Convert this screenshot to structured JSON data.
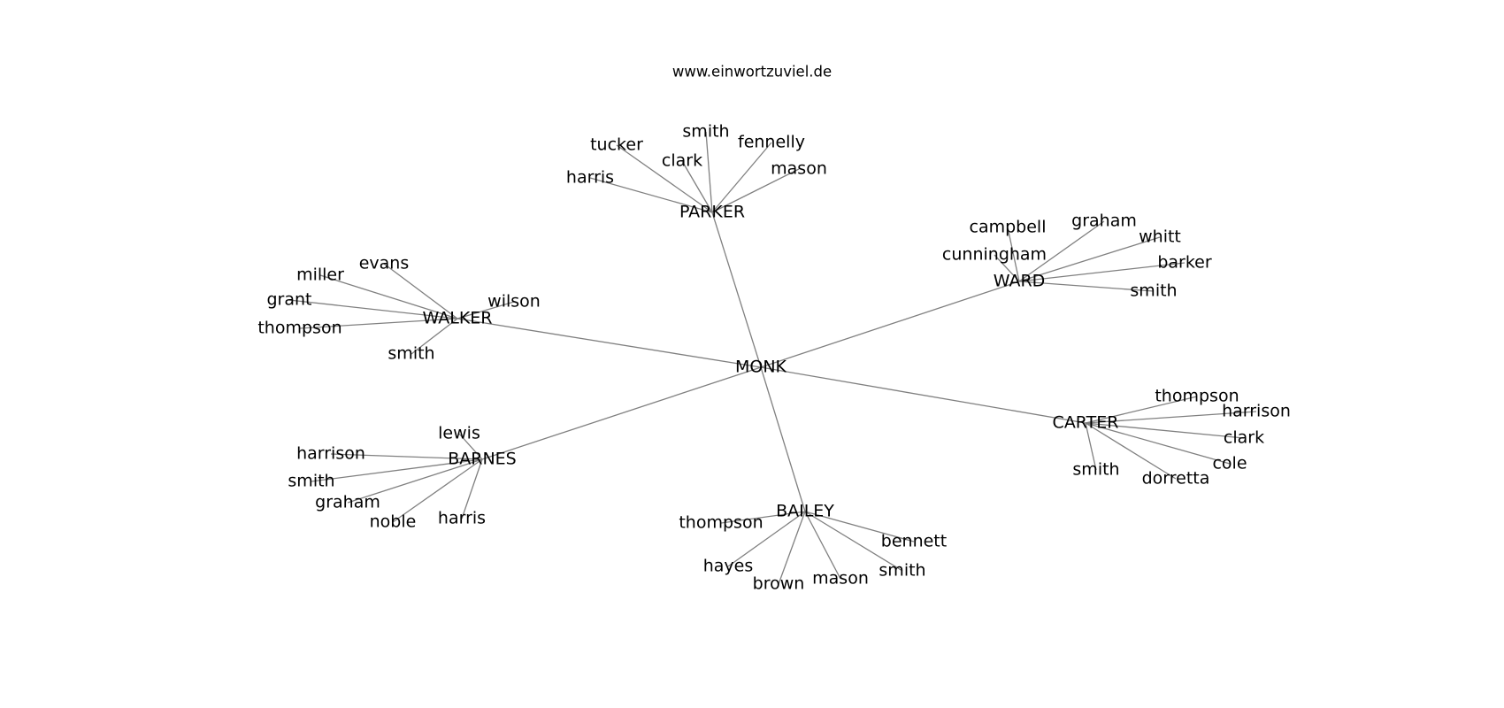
{
  "header": {
    "site": "www.einwortzuviel.de"
  },
  "graph": {
    "root": "MONK",
    "groups": [
      {
        "hub": "PARKER",
        "leaves": [
          "harris",
          "tucker",
          "clark",
          "smith",
          "fennelly",
          "mason"
        ]
      },
      {
        "hub": "WARD",
        "leaves": [
          "campbell",
          "graham",
          "whitt",
          "cunningham",
          "barker",
          "smith"
        ]
      },
      {
        "hub": "WALKER",
        "leaves": [
          "evans",
          "miller",
          "grant",
          "thompson",
          "smith",
          "wilson"
        ]
      },
      {
        "hub": "CARTER",
        "leaves": [
          "thompson",
          "harrison",
          "clark",
          "cole",
          "dorretta",
          "smith"
        ]
      },
      {
        "hub": "BARNES",
        "leaves": [
          "lewis",
          "harrison",
          "smith",
          "graham",
          "noble",
          "harris"
        ]
      },
      {
        "hub": "BAILEY",
        "leaves": [
          "thompson",
          "hayes",
          "brown",
          "mason",
          "smith",
          "bennett"
        ]
      }
    ]
  }
}
